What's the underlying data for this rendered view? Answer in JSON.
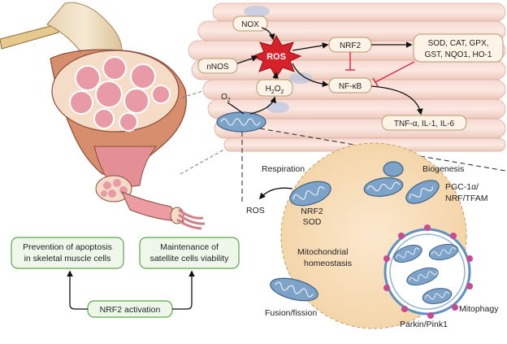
{
  "colors": {
    "box_fill": "#fdf3e6",
    "box_stroke": "#b79a6f",
    "green_fill": "#eef7ea",
    "green_stroke": "#5aa84c",
    "ros_star": "#d6202a",
    "inhibit": "#d6204a",
    "cell_fill": "#f7dcb5",
    "muscle_pink": "#e89aa7",
    "mito_blue": "#7ea3c8"
  },
  "fiber_panel": {
    "nox": "NOX",
    "nnos": "nNOS",
    "ros": "ROS",
    "h2o2_base": "H",
    "h2o2_sub1": "2",
    "h2o2_mid": "O",
    "h2o2_sub2": "2",
    "nrf2": "NRF2",
    "nfkb": "NF-κB",
    "o2_base": "O",
    "o2_sub": "2",
    "antioxidants_line1": "SOD, CAT, GPX,",
    "antioxidants_line2": "GST, NQO1, HO-1",
    "cytokines": "TNF-α, IL-1, IL-6"
  },
  "mito_panel": {
    "respiration": "Respiration",
    "ros_out": "ROS",
    "nrf2_sod_line1": "NRF2",
    "nrf2_sod_line2": "SOD",
    "biogenesis": "Biogenesis",
    "pgc_line1": "PGC-1α/",
    "pgc_line2": "NRF/TFAM",
    "homeostasis_line1": "Mitochondrial",
    "homeostasis_line2": "homeostasis",
    "fusion": "Fusion/fission",
    "mitophagy": "Mitophagy",
    "parkin": "Parkin/Pink1"
  },
  "outcomes": {
    "apoptosis_line1": "Prevention of apoptosis",
    "apoptosis_line2": "in skeletal muscle cells",
    "satellite_line1": "Maintenance of",
    "satellite_line2": "satellite cells viability",
    "activation": "NRF2 activation"
  }
}
